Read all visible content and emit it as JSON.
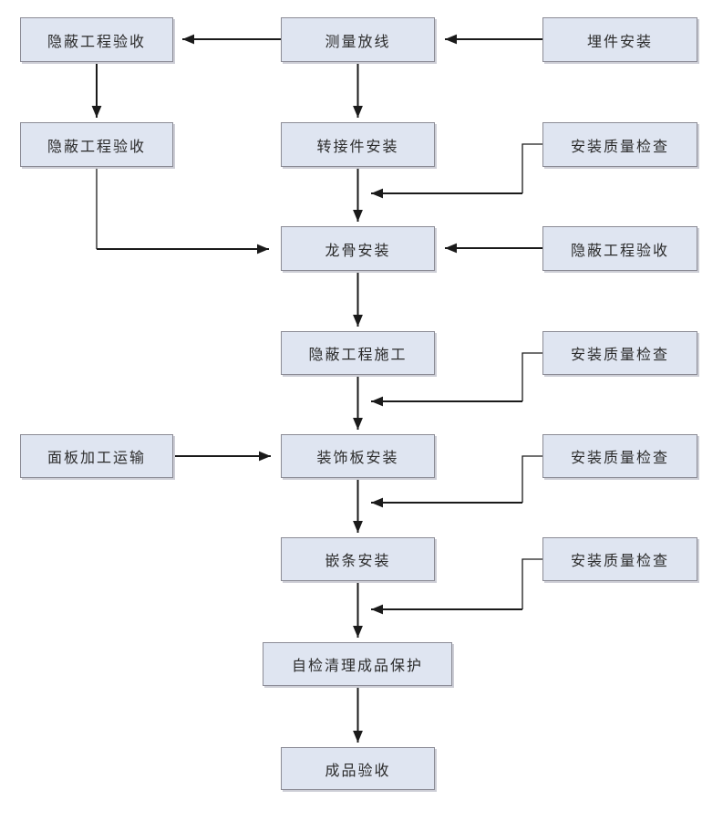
{
  "colors": {
    "bg": "#ffffff",
    "node-fill": "#dfe5f1",
    "node-border": "#8b8b95",
    "shadow": "#cdced6",
    "arrow": "#1a1a1a",
    "text": "#2b2b2b"
  },
  "diagram": {
    "type": "flowchart",
    "nodes": [
      {
        "id": "hidden-acceptance-1",
        "label": "隐蔽工程验收"
      },
      {
        "id": "measure-layout",
        "label": "测量放线"
      },
      {
        "id": "embed-install",
        "label": "埋件安装"
      },
      {
        "id": "hidden-acceptance-2",
        "label": "隐蔽工程验收"
      },
      {
        "id": "adapter-install",
        "label": "转接件安装"
      },
      {
        "id": "quality-check-1",
        "label": "安装质量检查"
      },
      {
        "id": "keel-install",
        "label": "龙骨安装"
      },
      {
        "id": "hidden-acceptance-3",
        "label": "隐蔽工程验收"
      },
      {
        "id": "hidden-construction",
        "label": "隐蔽工程施工"
      },
      {
        "id": "quality-check-2",
        "label": "安装质量检查"
      },
      {
        "id": "panel-process-transport",
        "label": "面板加工运输"
      },
      {
        "id": "decorative-panel-install",
        "label": "装饰板安装"
      },
      {
        "id": "quality-check-3",
        "label": "安装质量检查"
      },
      {
        "id": "inlay-strip-install",
        "label": "嵌条安装"
      },
      {
        "id": "quality-check-4",
        "label": "安装质量检查"
      },
      {
        "id": "self-check-cleanup-protection",
        "label": "自检清理成品保护"
      },
      {
        "id": "finished-acceptance",
        "label": "成品验收"
      }
    ],
    "edges": [
      {
        "from": "measure-layout",
        "to": "hidden-acceptance-1"
      },
      {
        "from": "embed-install",
        "to": "measure-layout"
      },
      {
        "from": "measure-layout",
        "to": "adapter-install"
      },
      {
        "from": "hidden-acceptance-1",
        "to": "hidden-acceptance-2"
      },
      {
        "from": "adapter-install",
        "to": "keel-install"
      },
      {
        "from": "quality-check-1",
        "to": "keel-install"
      },
      {
        "from": "hidden-acceptance-2",
        "to": "keel-install"
      },
      {
        "from": "hidden-acceptance-3",
        "to": "keel-install"
      },
      {
        "from": "keel-install",
        "to": "hidden-construction"
      },
      {
        "from": "quality-check-2",
        "to": "decorative-panel-install"
      },
      {
        "from": "hidden-construction",
        "to": "decorative-panel-install"
      },
      {
        "from": "panel-process-transport",
        "to": "decorative-panel-install"
      },
      {
        "from": "quality-check-3",
        "to": "inlay-strip-install"
      },
      {
        "from": "decorative-panel-install",
        "to": "inlay-strip-install"
      },
      {
        "from": "quality-check-4",
        "to": "self-check-cleanup-protection"
      },
      {
        "from": "inlay-strip-install",
        "to": "self-check-cleanup-protection"
      },
      {
        "from": "self-check-cleanup-protection",
        "to": "finished-acceptance"
      }
    ]
  }
}
